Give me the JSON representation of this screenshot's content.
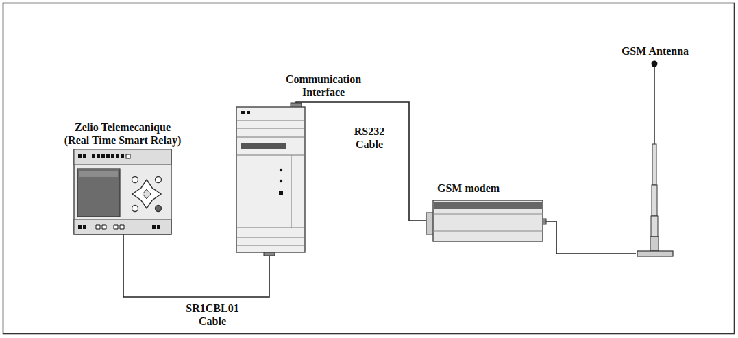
{
  "diagram": {
    "nodes": [
      {
        "text": [
          "Zelio Telemecanique (Real Time Smart Relay)"
        ]
      },
      {
        "text": [
          "Communication Interface"
        ]
      },
      {
        "text": [
          "GSM modem"
        ]
      },
      {
        "text": [
          "GSM Antenna"
        ]
      }
    ],
    "edges": [
      {
        "from": 0,
        "to": 1,
        "arrow": "none",
        "label": "SR1CBL01 Cable"
      },
      {
        "from": 1,
        "to": 2,
        "arrow": "none",
        "label": "RS232 Cable"
      },
      {
        "from": 2,
        "to": 3,
        "arrow": "none"
      }
    ]
  }
}
